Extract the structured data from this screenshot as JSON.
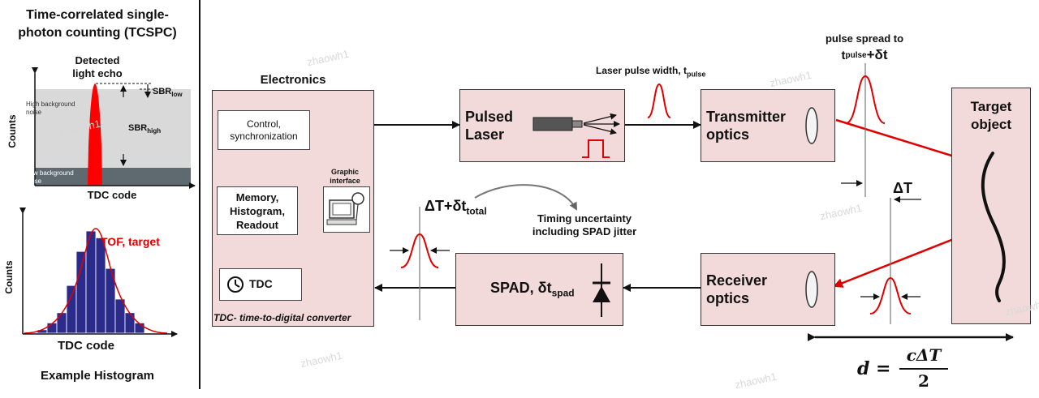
{
  "left_panel": {
    "title_line1": "Time-correlated single-",
    "title_line2": "photon counting (TCSPC)",
    "top_plot": {
      "detected_label_line1": "Detected",
      "detected_label_line2": "light echo",
      "high_noise_line1": "High background",
      "high_noise_line2": "noise",
      "low_noise_line1": "Low background",
      "low_noise_line2": "noise",
      "sbr_low": "SBR",
      "sbr_low_sub": "low",
      "sbr_high": "SBR",
      "sbr_high_sub": "high",
      "ylabel": "Counts",
      "xlabel": "TDC code"
    },
    "histogram": {
      "ylabel": "Counts",
      "xlabel": "TDC code",
      "fit_label": "TOF, target",
      "caption": "Example Histogram",
      "bar_values": [
        2,
        6,
        12,
        28,
        48,
        60,
        56,
        38,
        20,
        12,
        6
      ]
    }
  },
  "electronics": {
    "title": "Electronics",
    "control_line1": "Control,",
    "control_line2": "synchronization",
    "memory_line1": "Memory,",
    "memory_line2": "Histogram,",
    "memory_line3": "Readout",
    "graphic_line1": "Graphic",
    "graphic_line2": "interface",
    "tdc": "TDC",
    "footer": "TDC- time-to-digital converter"
  },
  "laser": {
    "label_line1": "Pulsed",
    "label_line2": "Laser",
    "pulse_width_label": "Laser pulse width, t",
    "pulse_width_sub": "pulse"
  },
  "transmitter": {
    "label_line1": "Transmitter",
    "label_line2": "optics"
  },
  "spread": {
    "line1": "pulse spread to",
    "line2_t": "t",
    "line2_sub": "pulse",
    "line2_rest": "+δt"
  },
  "target": {
    "label_line1": "Target",
    "label_line2": "object"
  },
  "receiver": {
    "label_line1": "Receiver",
    "label_line2": "optics"
  },
  "spad": {
    "label": "SPAD, δt",
    "label_sub": "spad"
  },
  "delta_t": "ΔT",
  "total": {
    "label": "ΔT+δt",
    "label_sub": "total"
  },
  "timing_line1": "Timing uncertainty",
  "timing_line2": "including SPAD jitter",
  "formula": {
    "lhs": "d =",
    "numerator": "cΔT",
    "denominator": "2"
  },
  "watermark": "zhaowh1",
  "colors": {
    "box_fill": "#f3dada",
    "signal_red": "#e00000",
    "histogram_bar": "#2b2b8c"
  }
}
